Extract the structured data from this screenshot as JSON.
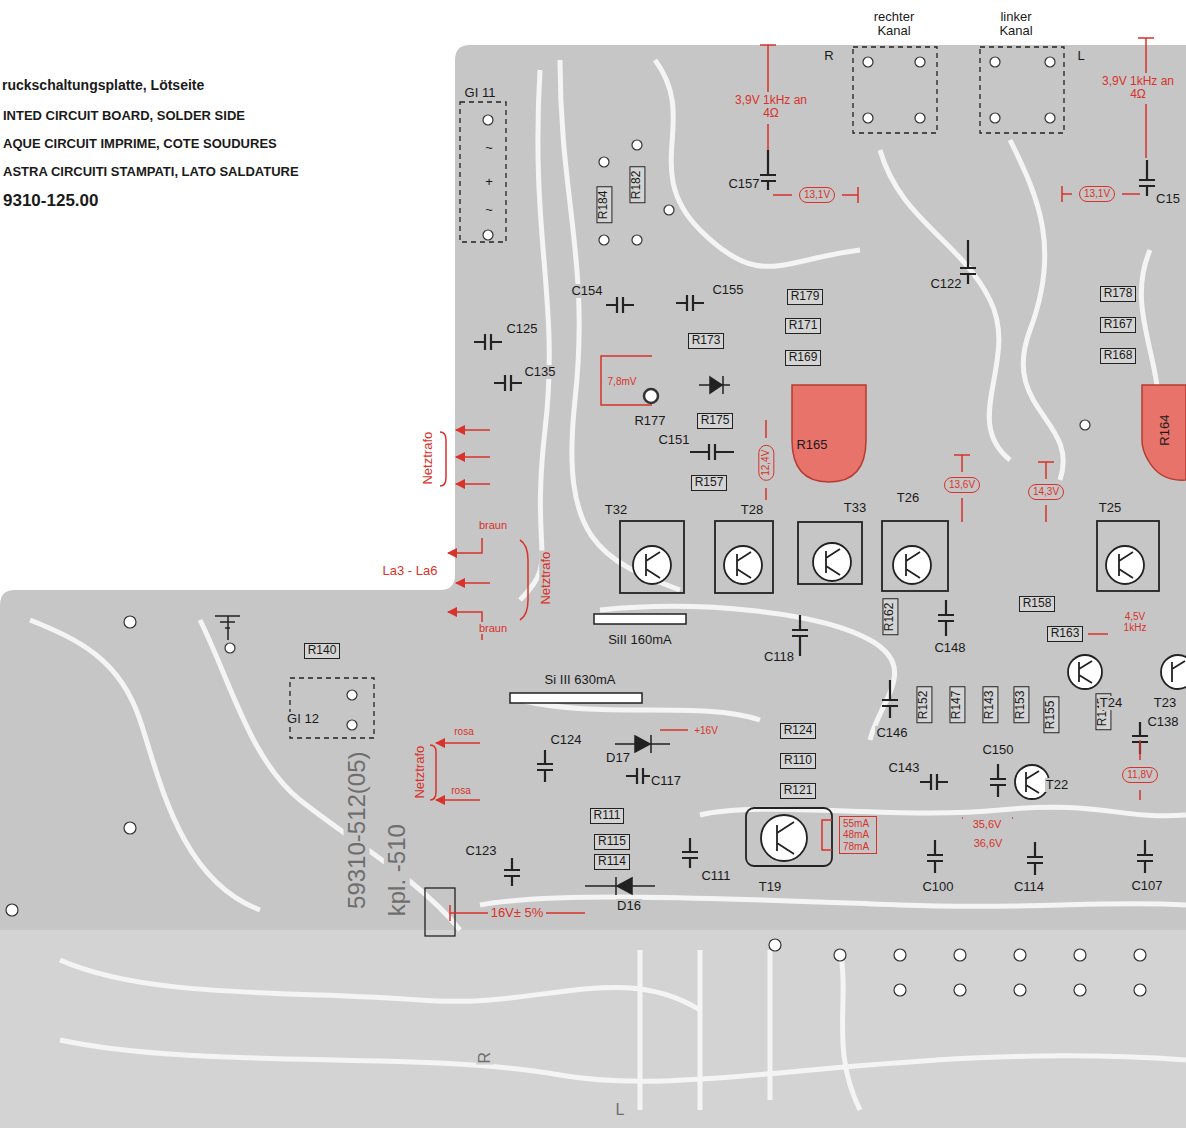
{
  "diagram": {
    "title": "ruckschaltungsplatte, Lötseite",
    "nodes": [
      {
        "text": [
          "R184"
        ]
      },
      {
        "text": [
          "R182"
        ]
      },
      {
        "text": [
          "R179"
        ]
      },
      {
        "text": [
          "R171"
        ]
      },
      {
        "text": [
          "R173"
        ]
      },
      {
        "text": [
          "R169"
        ]
      },
      {
        "text": [
          "R175"
        ]
      },
      {
        "text": [
          "R157"
        ]
      },
      {
        "text": [
          "R178"
        ]
      },
      {
        "text": [
          "R167"
        ]
      },
      {
        "text": [
          "R168"
        ]
      },
      {
        "text": [
          "R162"
        ]
      },
      {
        "text": [
          "R158"
        ]
      },
      {
        "text": [
          "R163"
        ]
      },
      {
        "text": [
          "R152"
        ]
      },
      {
        "text": [
          "R147"
        ]
      },
      {
        "text": [
          "R143"
        ]
      },
      {
        "text": [
          "R153"
        ]
      },
      {
        "text": [
          "R155"
        ]
      },
      {
        "text": [
          "R145"
        ]
      },
      {
        "text": [
          "R140"
        ]
      },
      {
        "text": [
          "R124"
        ]
      },
      {
        "text": [
          "R110"
        ]
      },
      {
        "text": [
          "R121"
        ]
      },
      {
        "text": [
          "R111"
        ]
      },
      {
        "text": [
          "R115"
        ]
      },
      {
        "text": [
          "R114"
        ]
      },
      {
        "text": [
          "13,1V"
        ]
      },
      {
        "text": [
          "13,1V"
        ]
      },
      {
        "text": [
          "12,4V"
        ]
      },
      {
        "text": [
          "13,6V"
        ]
      },
      {
        "text": [
          "14,3V"
        ]
      },
      {
        "text": [
          "11,8V"
        ]
      },
      {
        "text": [
          "55mA 48mA 78mA"
        ]
      }
    ],
    "labels": [
      "INTED CIRCUIT BOARD, SOLDER SIDE",
      "AQUE CIRCUIT IMPRIME, COTE SOUDURES",
      "ASTRA CIRCUITI STAMPATI, LATO SALDATURE",
      "9310-125.00",
      "rechter Kanal",
      "linker Kanal",
      "R",
      "L",
      "GI 11",
      "~",
      "+",
      "~",
      "3,9V 1kHz an 4Ω",
      "3,9V 1kHz an 4Ω",
      "C157",
      "C15",
      "C122",
      "C154",
      "C155",
      "C125",
      "C135",
      "7,8mV",
      "R177",
      "C151",
      "R165",
      "R164",
      "T32",
      "T28",
      "T33",
      "T26",
      "T25",
      "Netztrafo",
      "braun",
      "La3 - La6",
      "Netztrafo",
      "braun",
      "SiII 160mA",
      "C118",
      "C148",
      "4,5V 1kHz",
      "T24",
      "T23",
      "C138",
      "C146",
      "C150",
      "C143",
      "T22",
      "GI 12",
      "Si III 630mA",
      "D17",
      "+16V",
      "C124",
      "rosa",
      "Netztrafo",
      "rosa",
      "C117",
      "C123",
      "C111",
      "D16",
      "T19",
      "35,6V",
      "36,6V",
      "C100",
      "C114",
      "C107",
      "16V± 5%",
      "59310-512(05)",
      "kpl. -510",
      "R",
      "L"
    ]
  }
}
